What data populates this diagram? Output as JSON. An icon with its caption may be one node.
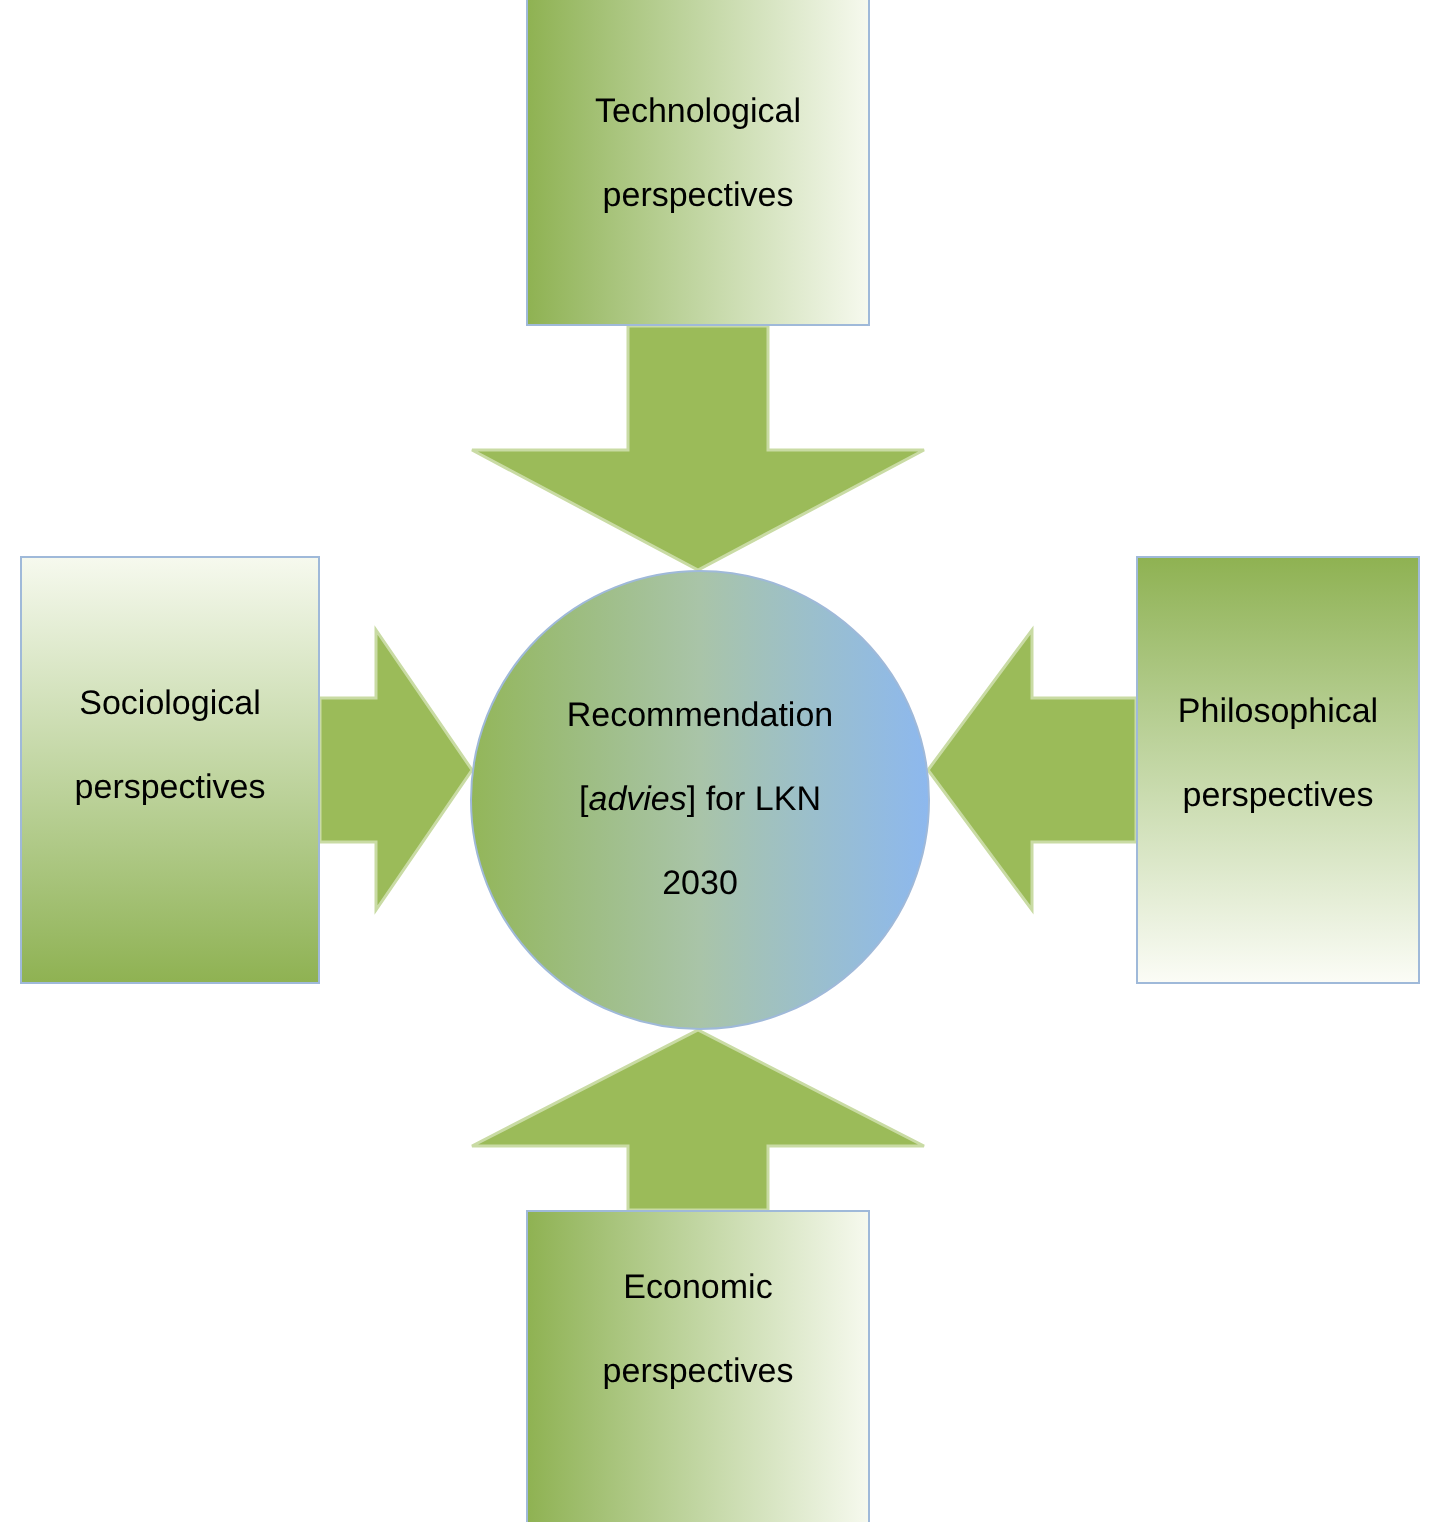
{
  "diagram": {
    "nodes": [
      {
        "text": [
          "Technological perspectives"
        ]
      },
      {
        "text": [
          "Sociological perspectives"
        ]
      },
      {
        "text": [
          "Recommendation [*advies*] for LKN 2030"
        ]
      },
      {
        "text": [
          "Philosophical perspectives"
        ]
      },
      {
        "text": [
          "Economic perspectives"
        ]
      }
    ],
    "edges": [
      {
        "from": 0,
        "to": 2,
        "arrow": "to",
        "style": "thick"
      },
      {
        "from": 1,
        "to": 2,
        "arrow": "to",
        "style": "thick"
      },
      {
        "from": 3,
        "to": 2,
        "arrow": "to",
        "style": "thick"
      },
      {
        "from": 4,
        "to": 2,
        "arrow": "to",
        "style": "thick"
      }
    ]
  }
}
